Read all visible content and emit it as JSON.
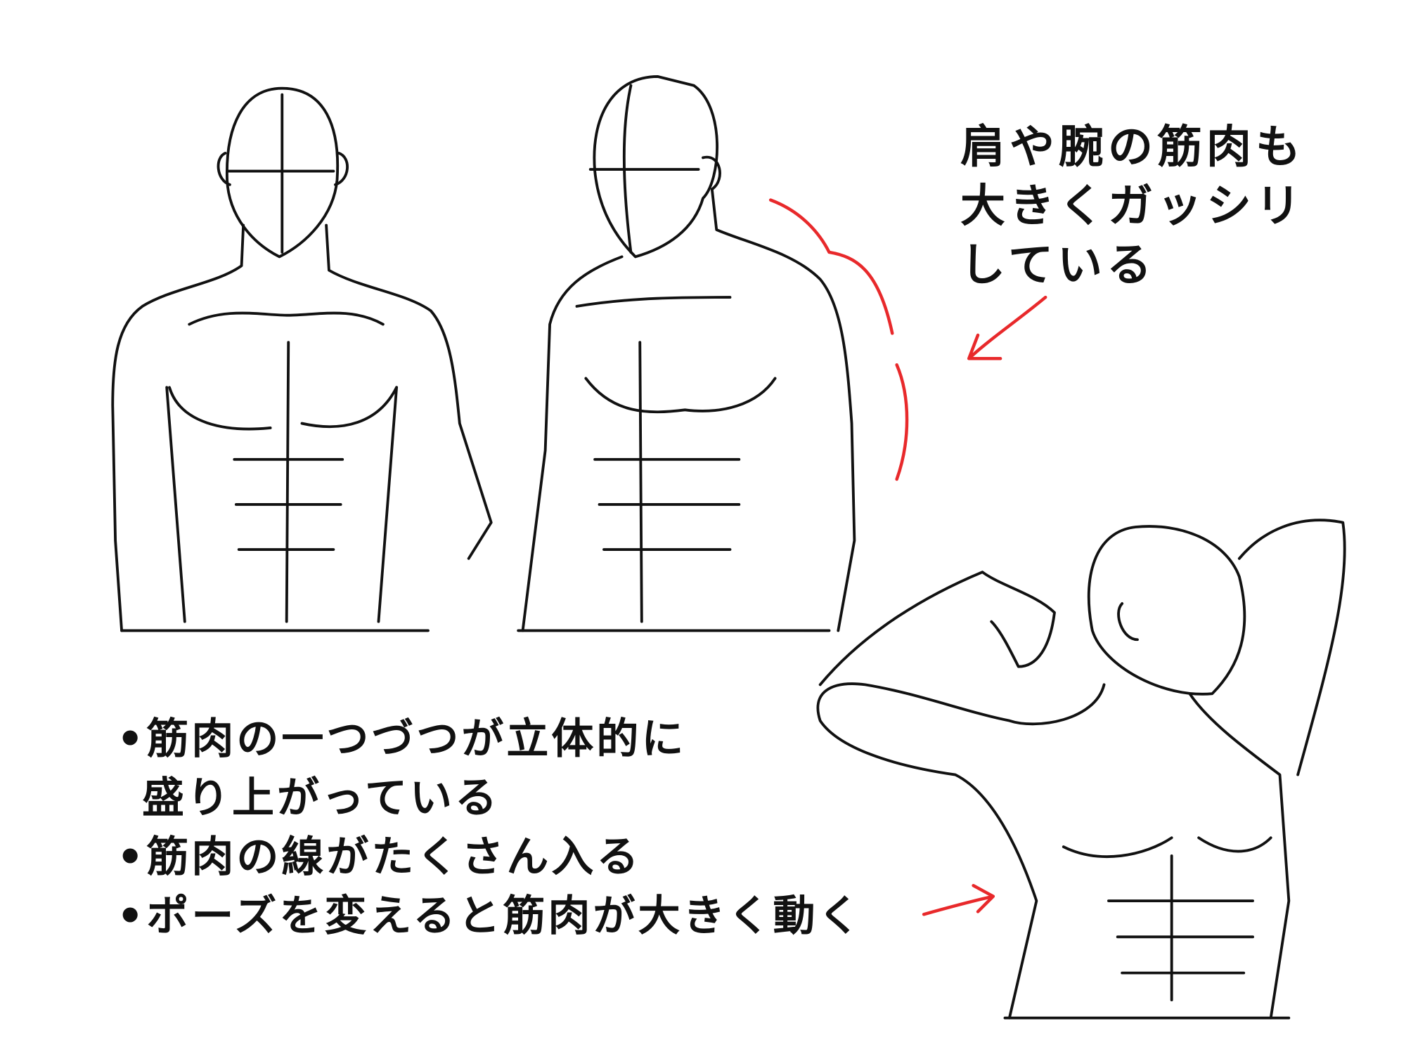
{
  "note": {
    "lines": [
      "肩や腕の筋肉も",
      "大きくガッシリ",
      "している"
    ]
  },
  "points": {
    "lines": [
      "•筋肉の一つづつが立体的に",
      "盛り上がっている",
      "•筋肉の線がたくさん入る",
      "•ポーズを変えると筋肉が大きく動く"
    ]
  },
  "colors": {
    "line": "#111111",
    "accent": "#e8292b",
    "background": "#ffffff"
  }
}
